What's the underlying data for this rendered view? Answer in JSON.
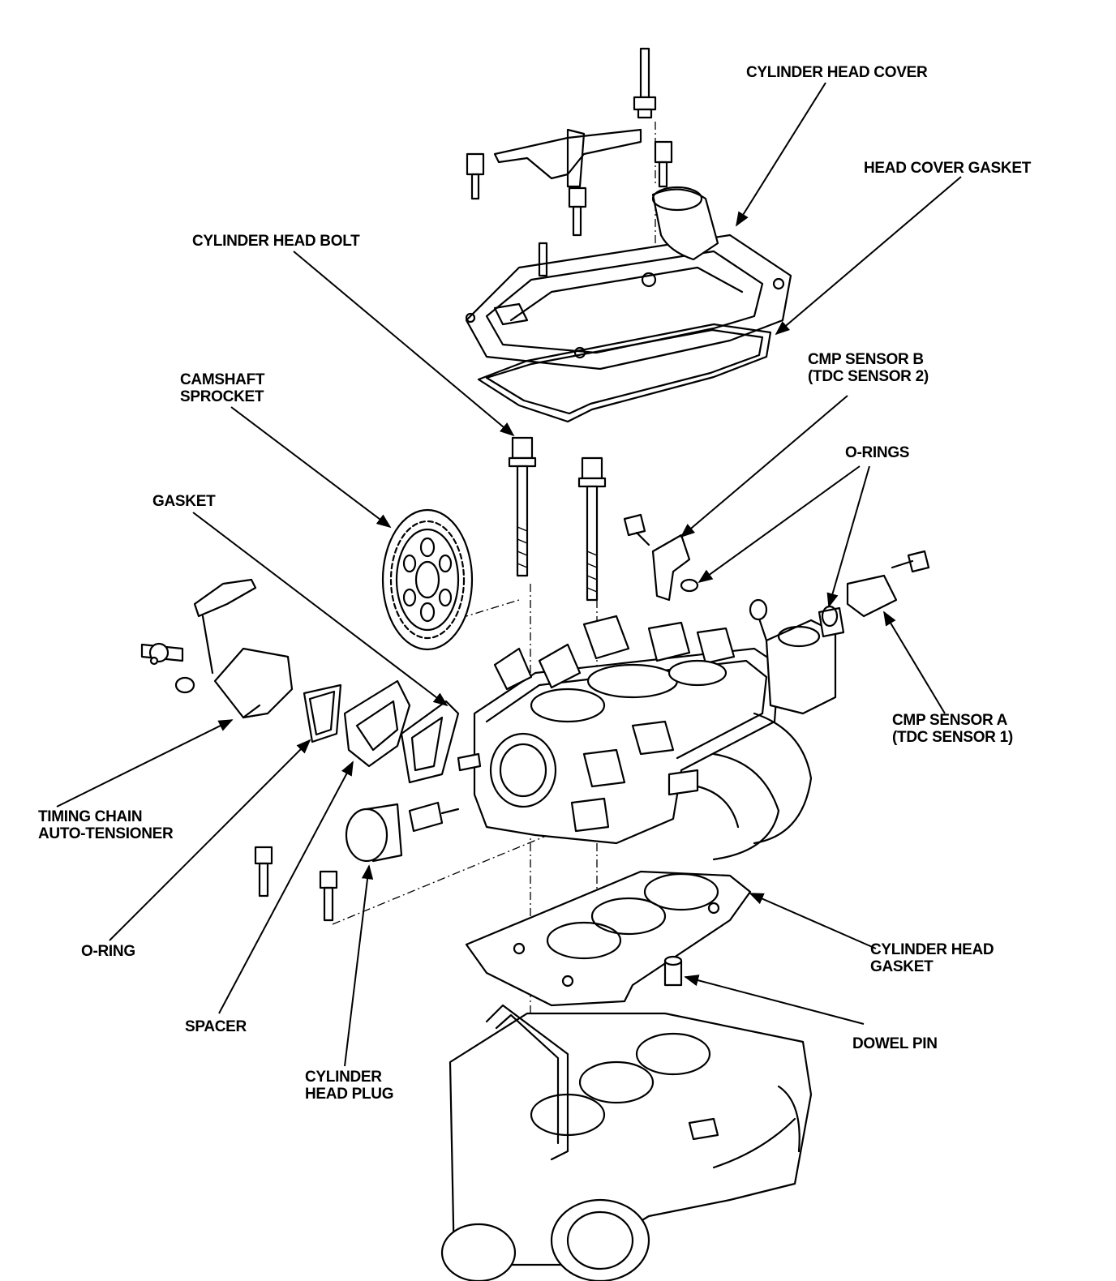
{
  "labels": {
    "cylinder_head_cover": "CYLINDER HEAD COVER",
    "head_cover_gasket": "HEAD COVER GASKET",
    "cylinder_head_bolt": "CYLINDER HEAD BOLT",
    "camshaft_sprocket": [
      "CAMSHAFT",
      "SPROCKET"
    ],
    "cmp_sensor_b": [
      "CMP SENSOR B",
      "(TDC SENSOR 2)"
    ],
    "o_rings": "O-RINGS",
    "gasket": "GASKET",
    "cmp_sensor_a": [
      "CMP SENSOR A",
      "(TDC SENSOR 1)"
    ],
    "timing_chain_auto_tensioner": [
      "TIMING CHAIN",
      "AUTO-TENSIONER"
    ],
    "o_ring": "O-RING",
    "cylinder_head_gasket": [
      "CYLINDER HEAD",
      "GASKET"
    ],
    "spacer": "SPACER",
    "dowel_pin": "DOWEL PIN",
    "cylinder_head_plug": [
      "CYLINDER",
      "HEAD PLUG"
    ]
  },
  "colors": {
    "ink": "#000000",
    "paper": "#ffffff"
  }
}
